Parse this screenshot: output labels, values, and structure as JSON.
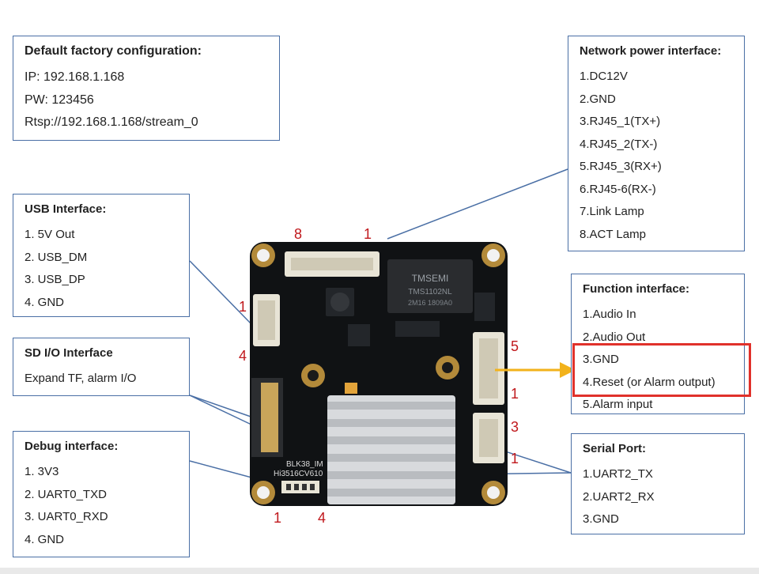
{
  "factory": {
    "title": "Default factory configuration:",
    "lines": [
      "IP: 192.168.1.168",
      "PW: 123456",
      "Rtsp://192.168.1.168/stream_0"
    ]
  },
  "network": {
    "title": "Network power interface:",
    "lines": [
      "1.DC12V",
      "2.GND",
      "3.RJ45_1(TX+)",
      "4.RJ45_2(TX-)",
      "5.RJ45_3(RX+)",
      "6.RJ45-6(RX-)",
      "7.Link Lamp",
      "8.ACT Lamp"
    ]
  },
  "usb": {
    "title": "USB Interface:",
    "lines": [
      "1. 5V Out",
      "2. USB_DM",
      "3. USB_DP",
      "4. GND"
    ]
  },
  "sdio": {
    "title": "SD I/O Interface",
    "lines": [
      "Expand TF, alarm I/O"
    ]
  },
  "debug": {
    "title": "Debug interface:",
    "lines": [
      "1. 3V3",
      "2. UART0_TXD",
      "3. UART0_RXD",
      "4. GND"
    ]
  },
  "function": {
    "title": "Function interface:",
    "lines": [
      "1.Audio In",
      "2.Audio Out",
      "3.GND",
      "4.Reset (or Alarm output)",
      "5.Alarm input"
    ]
  },
  "serial": {
    "title": "Serial Port:",
    "lines": [
      "1.UART2_TX",
      "2.UART2_RX",
      "3.GND"
    ]
  },
  "pins": {
    "net_left": "8",
    "net_right": "1",
    "usb_top": "1",
    "usb_bottom": "4",
    "func_top": "5",
    "func_bottom": "1",
    "serial_top": "3",
    "serial_bottom": "1",
    "debug_left": "1",
    "debug_right": "4"
  },
  "board": {
    "chip_brand": "TMSEMI",
    "chip_model": "TMS1102NL",
    "chip_code": "2M16 1809A0",
    "silk_model": "BLK38_IM",
    "silk_soc": "Hi3516CV610"
  },
  "colors": {
    "box_border": "#4a6fa5",
    "pin_label": "#c0181c",
    "highlight": "#e0312b",
    "arrow": "#f2b21b",
    "pcb": "#101214"
  }
}
